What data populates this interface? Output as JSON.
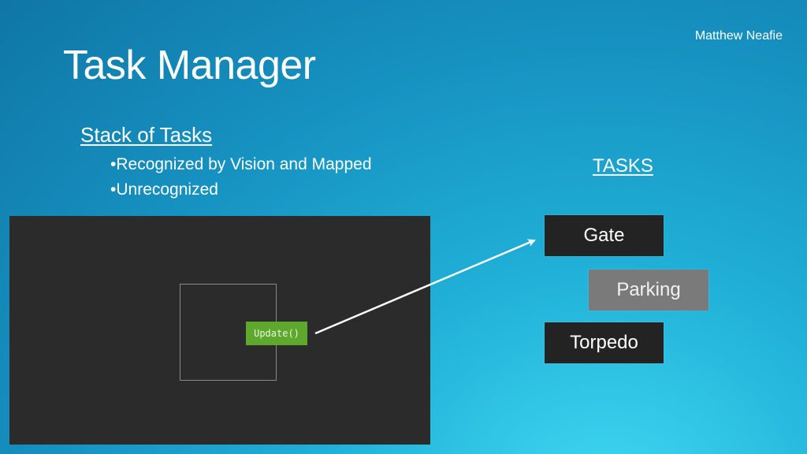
{
  "author": "Matthew Neafie",
  "title": "Task Manager",
  "bullets": {
    "heading": "Stack of Tasks",
    "items": [
      "•Recognized by Vision and Mapped",
      "•Unrecognized"
    ]
  },
  "tasks": {
    "heading": "TASKS",
    "items": [
      {
        "label": "Gate",
        "color": "#232323"
      },
      {
        "label": "Parking",
        "color": "#7a7a7a"
      },
      {
        "label": "Torpedo",
        "color": "#232323"
      }
    ]
  },
  "panel": {
    "button_label": "Update()",
    "button_color": "#5fa82e",
    "background": "#2b2b2b"
  }
}
